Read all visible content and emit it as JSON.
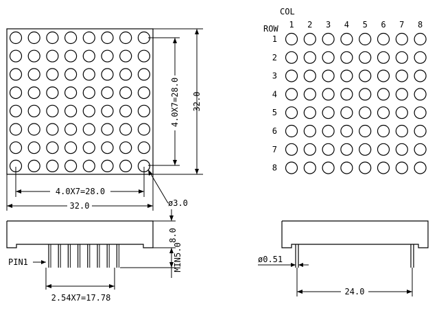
{
  "front_view": {
    "dim_pitch_horizontal": "4.0X7=28.0",
    "dim_pitch_vertical": "4.0X7=28.0",
    "dim_width": "32.0",
    "dim_height": "32.0",
    "dim_led_diameter": "ø3.0",
    "grid": {
      "rows": 8,
      "cols": 8
    }
  },
  "side_view": {
    "dim_body_height": "8.0",
    "dim_pin_min": "MIN5.0",
    "pin1_label": "PIN1",
    "dim_pin_pitch": "2.54X7=17.78"
  },
  "schematic": {
    "col_header": "COL",
    "row_header": "ROW",
    "col_labels": [
      "1",
      "2",
      "3",
      "4",
      "5",
      "6",
      "7",
      "8"
    ],
    "row_labels": [
      "1",
      "2",
      "3",
      "4",
      "5",
      "6",
      "7",
      "8"
    ]
  },
  "end_view": {
    "dim_pin_diameter": "ø0.51",
    "dim_row_spacing": "24.0"
  }
}
